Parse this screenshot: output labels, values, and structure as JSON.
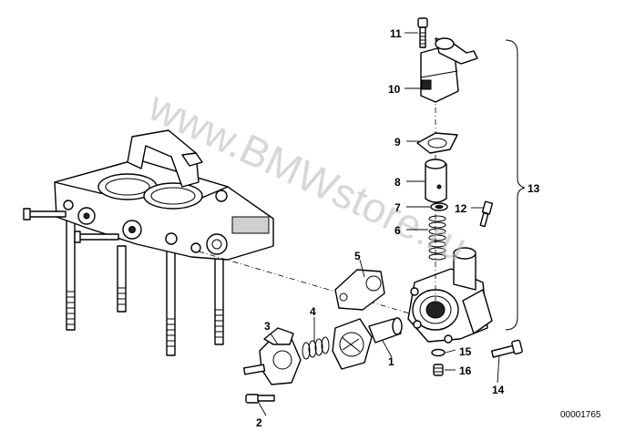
{
  "watermark": "www.BMWstore.ru",
  "reference_code": "00001765",
  "group_bracket_label": "13",
  "callouts": [
    {
      "id": "1",
      "label": "1"
    },
    {
      "id": "2",
      "label": "2"
    },
    {
      "id": "3",
      "label": "3"
    },
    {
      "id": "4",
      "label": "4"
    },
    {
      "id": "5",
      "label": "5"
    },
    {
      "id": "6",
      "label": "6"
    },
    {
      "id": "7",
      "label": "7"
    },
    {
      "id": "8",
      "label": "8"
    },
    {
      "id": "9",
      "label": "9"
    },
    {
      "id": "10",
      "label": "10"
    },
    {
      "id": "11",
      "label": "11"
    },
    {
      "id": "12",
      "label": "12"
    },
    {
      "id": "14",
      "label": "14"
    },
    {
      "id": "15",
      "label": "15"
    },
    {
      "id": "16",
      "label": "16"
    }
  ]
}
